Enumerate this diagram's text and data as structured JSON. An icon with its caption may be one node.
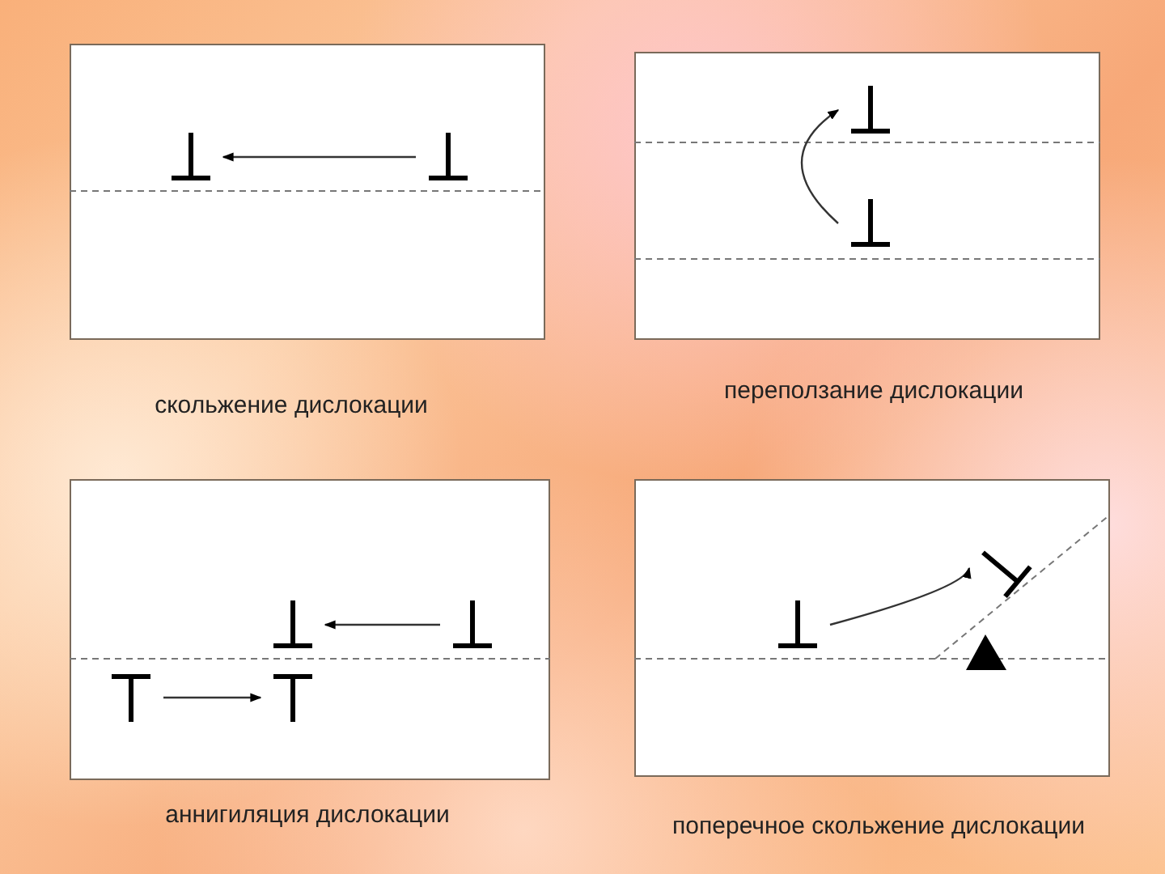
{
  "diagram": {
    "nodes": [
      {
        "text": [],
        "shape": "box",
        "beside": [
          "скольжение дислокации"
        ]
      },
      {
        "text": [],
        "shape": "tee",
        "in": 0
      },
      {
        "text": [],
        "shape": "tee",
        "in": 0
      },
      {
        "text": [],
        "shape": "box",
        "beside": [
          "переползание дислокации"
        ]
      },
      {
        "text": [],
        "shape": "tee",
        "in": 3
      },
      {
        "text": [],
        "shape": "tee",
        "in": 3
      },
      {
        "text": [],
        "shape": "box",
        "beside": [
          "аннигиляция дислокации"
        ]
      },
      {
        "text": [],
        "shape": "tee",
        "in": 6
      },
      {
        "text": [],
        "shape": "tee",
        "in": 6
      },
      {
        "text": [],
        "shape": "tee",
        "in": 6
      },
      {
        "text": [],
        "shape": "tee",
        "in": 6
      },
      {
        "text": [],
        "shape": "box",
        "beside": [
          "поперечное скольжение дислокации"
        ]
      },
      {
        "text": [],
        "shape": "tee",
        "in": 11
      },
      {
        "text": [],
        "shape": "tee",
        "in": 11
      }
    ],
    "edges": [
      {
        "from": 2,
        "to": 1,
        "arrow": "to"
      },
      {
        "from": 5,
        "to": 4,
        "arrow": "to"
      },
      {
        "from": 8,
        "to": 7,
        "arrow": "to"
      },
      {
        "from": 9,
        "to": 10,
        "arrow": "to"
      },
      {
        "from": 12,
        "to": 13,
        "arrow": "to"
      }
    ]
  }
}
